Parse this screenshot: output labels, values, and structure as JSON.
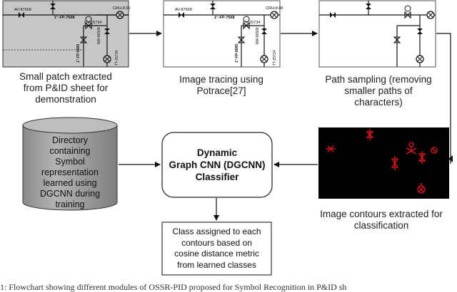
{
  "panels": {
    "patch": {
      "caption": "Small patch extracted\nfrom P&ID sheet for\ndemonstration",
      "tags": [
        "AV-87568",
        "1\"-FP-7568",
        "CV-25734",
        "CRH-8.06",
        "NW-86508",
        "1\"-FP-8689",
        "TT-25734"
      ]
    },
    "tracing": {
      "caption": "Image tracing using\nPotrace[27]",
      "tags": [
        "AV-87568",
        "1\"-FP-7568",
        "CV-25734",
        "CRH-8.06",
        "NW-86508",
        "1\"-FP-8689",
        "TT-25734"
      ]
    },
    "sampling": {
      "caption": "Path sampling (removing\nsmaller paths of\ncharacters)"
    },
    "contours": {
      "caption": "Image contours extracted for\nclassification"
    },
    "classifier": {
      "text": "Dynamic\nGraph CNN (DGCNN)\nClassifier"
    },
    "directory": {
      "text": "Directory\ncontaining\nSymbol\nrepresentation\nlearned using\nDGCNN during\ntraining"
    },
    "result": {
      "text": "Class assigned to each\ncontours based on\ncosine distance metric\nfrom learned classes"
    }
  },
  "figure_caption": "1: Flowchart showing different modules of OSSR-PID proposed for Symbol Recognition in P&ID sh",
  "colors": {
    "patch_bg": "#c6c6c6",
    "contour_bg": "#000000",
    "contour_symbol": "#e01818",
    "cylinder": "#9c9c9c"
  }
}
